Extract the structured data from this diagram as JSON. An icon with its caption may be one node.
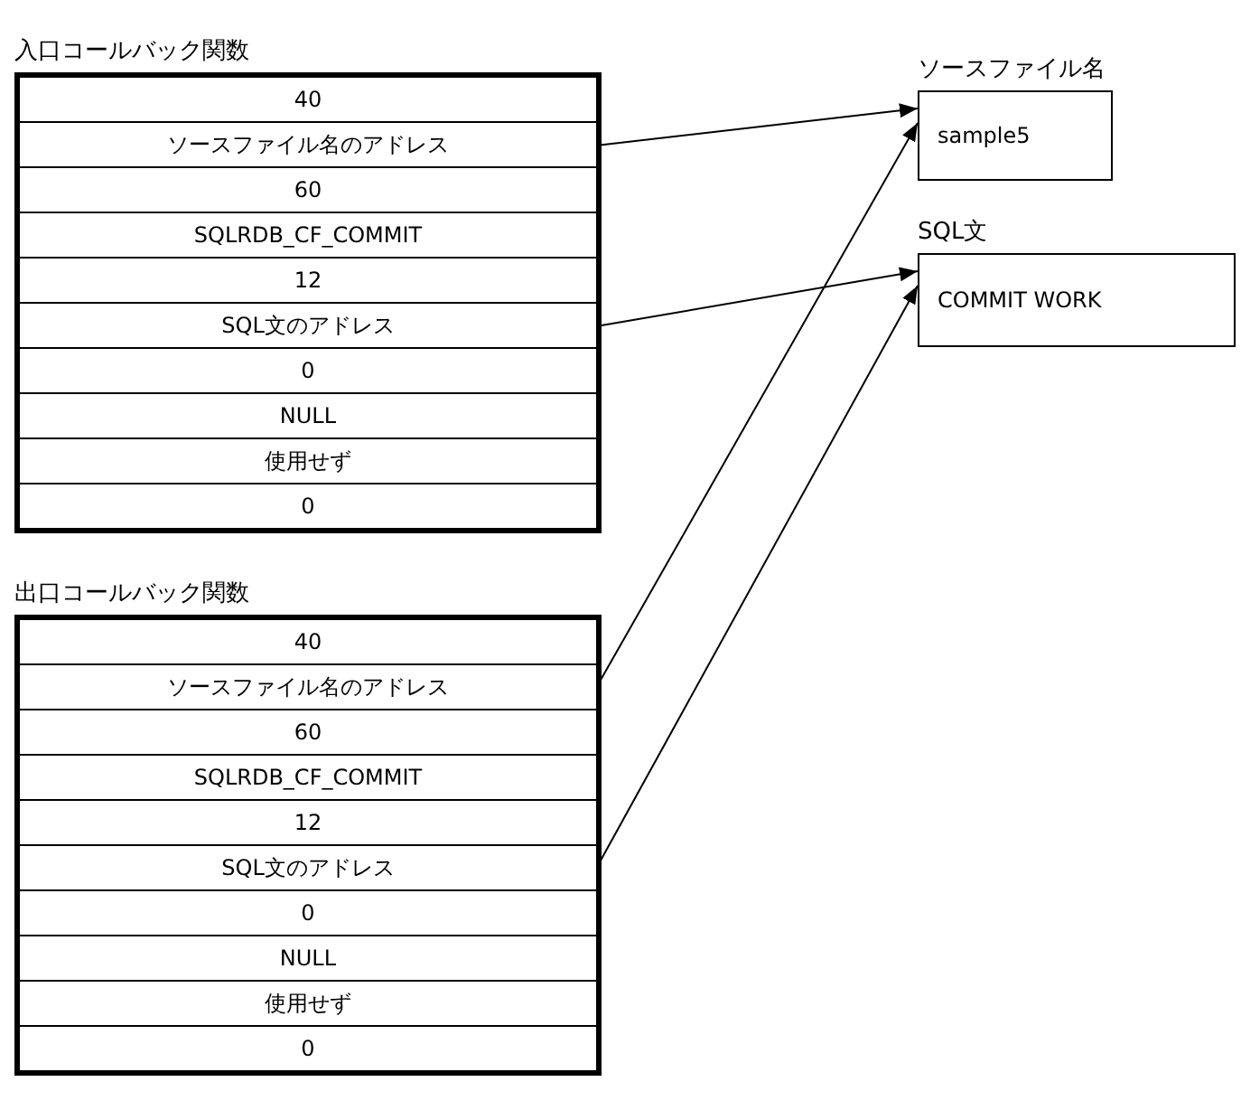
{
  "diagram": {
    "nodes": [
      {
        "text": [
          "入口コールバック関数"
        ]
      },
      {
        "text": [
          "40"
        ],
        "in": 0
      },
      {
        "text": [
          "ソースファイル名のアドレス"
        ],
        "in": 0
      },
      {
        "text": [
          "60"
        ],
        "in": 0
      },
      {
        "text": [
          "SQLRDB_CF_COMMIT"
        ],
        "in": 0
      },
      {
        "text": [
          "12"
        ],
        "in": 0
      },
      {
        "text": [
          "SQL文のアドレス"
        ],
        "in": 0
      },
      {
        "text": [
          "0"
        ],
        "in": 0
      },
      {
        "text": [
          "NULL"
        ],
        "in": 0
      },
      {
        "text": [
          "使用せず"
        ],
        "in": 0
      },
      {
        "text": [
          "0"
        ],
        "in": 0
      },
      {
        "text": [
          "出口コールバック関数"
        ]
      },
      {
        "text": [
          "40"
        ],
        "in": 11
      },
      {
        "text": [
          "ソースファイル名のアドレス"
        ],
        "in": 11
      },
      {
        "text": [
          "60"
        ],
        "in": 11
      },
      {
        "text": [
          "SQLRDB_CF_COMMIT"
        ],
        "in": 11
      },
      {
        "text": [
          "12"
        ],
        "in": 11
      },
      {
        "text": [
          "SQL文のアドレス"
        ],
        "in": 11
      },
      {
        "text": [
          "0"
        ],
        "in": 11
      },
      {
        "text": [
          "NULL"
        ],
        "in": 11
      },
      {
        "text": [
          "使用せず"
        ],
        "in": 11
      },
      {
        "text": [
          "0"
        ],
        "in": 11
      },
      {
        "text": [
          "ソースファイル名",
          "sample5"
        ]
      },
      {
        "text": [
          "SQL文",
          "COMMIT WORK"
        ]
      }
    ],
    "edges": [
      {
        "from": 2,
        "to": 22,
        "arrow": "to"
      },
      {
        "from": 6,
        "to": 23,
        "arrow": "to"
      },
      {
        "from": 13,
        "to": 22,
        "arrow": "to"
      },
      {
        "from": 17,
        "to": 23,
        "arrow": "to"
      }
    ]
  }
}
